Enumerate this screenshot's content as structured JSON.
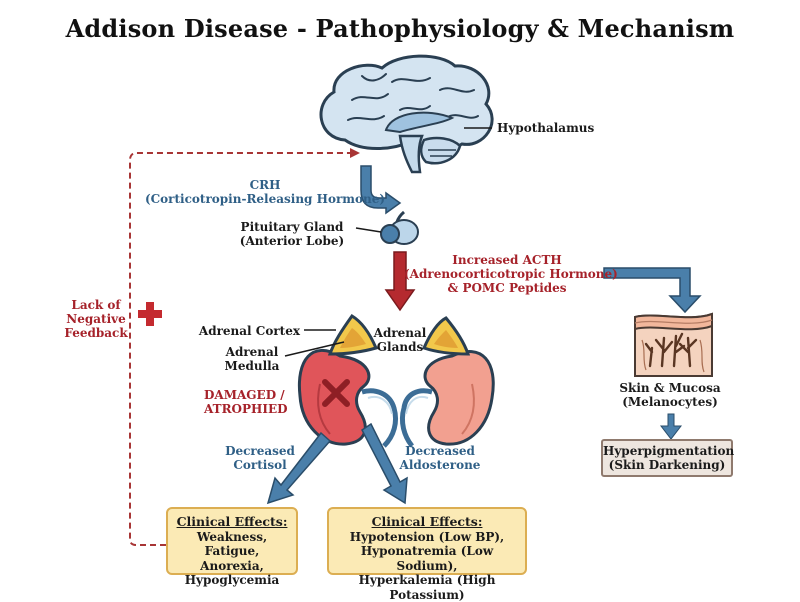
{
  "title": "Addison Disease - Pathophysiology & Mechanism",
  "labels": {
    "hypothalamus": "Hypothalamus",
    "crh_abbr": "CRH",
    "crh_full": "(Corticotropin-Releasing Hormone)",
    "pituitary_line1": "Pituitary Gland",
    "pituitary_line2": "(Anterior Lobe)",
    "acth_line1": "Increased ACTH",
    "acth_line2": "(Adrenocorticotropic Hormone)",
    "acth_line3": "& POMC Peptides",
    "adrenal_cortex": "Adrenal Cortex",
    "adrenal_medulla_line1": "Adrenal",
    "adrenal_medulla_line2": "Medulla",
    "adrenal_glands_line1": "Adrenal",
    "adrenal_glands_line2": "Glands",
    "damaged_line1": "DAMAGED /",
    "damaged_line2": "ATROPHIED",
    "lack_line1": "Lack of",
    "lack_line2": "Negative",
    "lack_line3": "Feedback",
    "decreased_cortisol_line1": "Decreased",
    "decreased_cortisol_line2": "Cortisol",
    "decreased_aldosterone_line1": "Decreased",
    "decreased_aldosterone_line2": "Aldosterone",
    "skin_line1": "Skin & Mucosa",
    "skin_line2": "(Melanocytes)"
  },
  "boxes": {
    "clinical_left": {
      "heading": "Clinical Effects:",
      "line1": "Weakness, Fatigue,",
      "line2": "Anorexia,",
      "line3": "Hypoglycemia"
    },
    "clinical_right": {
      "heading": "Clinical Effects:",
      "line1": "Hypotension (Low BP),",
      "line2": "Hyponatremia (Low Sodium),",
      "line3": "Hyperkalemia (High Potassium)"
    },
    "hyperpigmentation": {
      "line1": "Hyperpigmentation",
      "line2": "(Skin Darkening)"
    }
  },
  "colors": {
    "blue_arrow": "#4a7faa",
    "red_arrow": "#b52a2f",
    "feedback_dashed": "#a83535",
    "box_fill": "#fbeab5",
    "box_border": "#dcae52",
    "kidney_damaged": "#e0555a",
    "kidney_healthy": "#f2a090",
    "adrenal_gland": "#f2c84b",
    "brain": "#d4e4f1"
  },
  "icons": {
    "brain": "brain-icon",
    "pituitary": "pituitary-gland-icon",
    "kidney_left": "damaged-kidney-icon",
    "kidney_right": "healthy-kidney-icon",
    "damage_mark": "x-mark-icon",
    "plus": "plus-icon",
    "skin": "skin-cross-section-icon"
  }
}
